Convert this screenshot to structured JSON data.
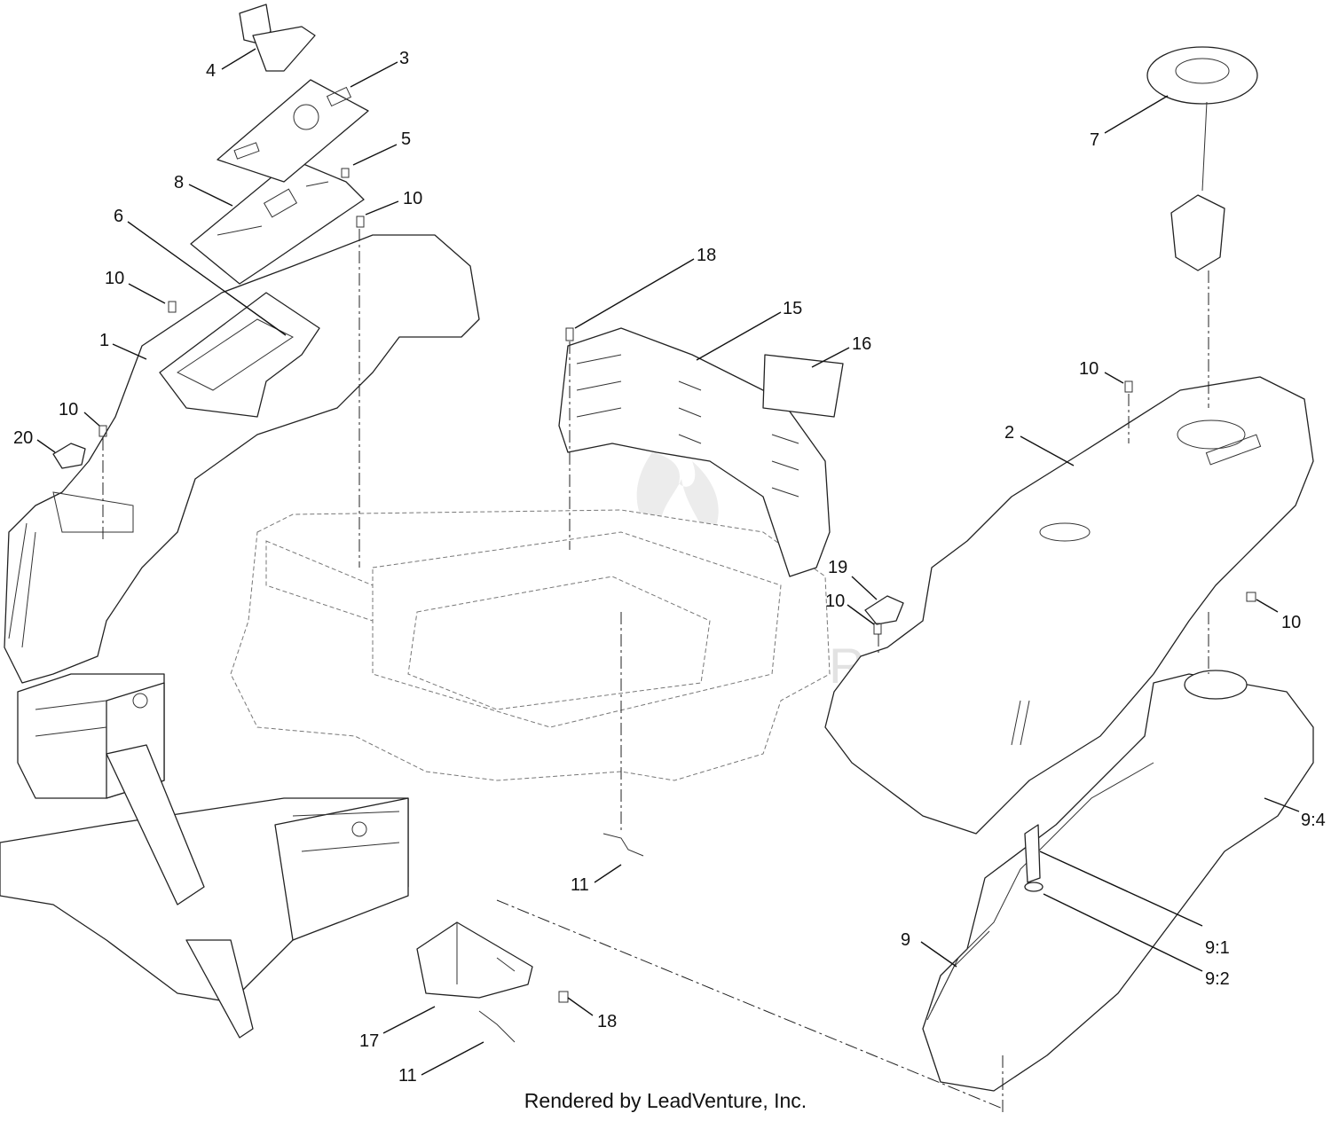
{
  "diagram": {
    "callouts": [
      "4",
      "3",
      "5",
      "8",
      "10",
      "6",
      "10",
      "1",
      "10",
      "20",
      "18",
      "15",
      "16",
      "7",
      "10",
      "2",
      "19",
      "10",
      "10",
      "9:4",
      "9:1",
      "9:2",
      "9",
      "11",
      "17",
      "11",
      "18"
    ],
    "watermark": "LEADVENTURE"
  },
  "footer": {
    "text": "Rendered by LeadVenture, Inc."
  }
}
